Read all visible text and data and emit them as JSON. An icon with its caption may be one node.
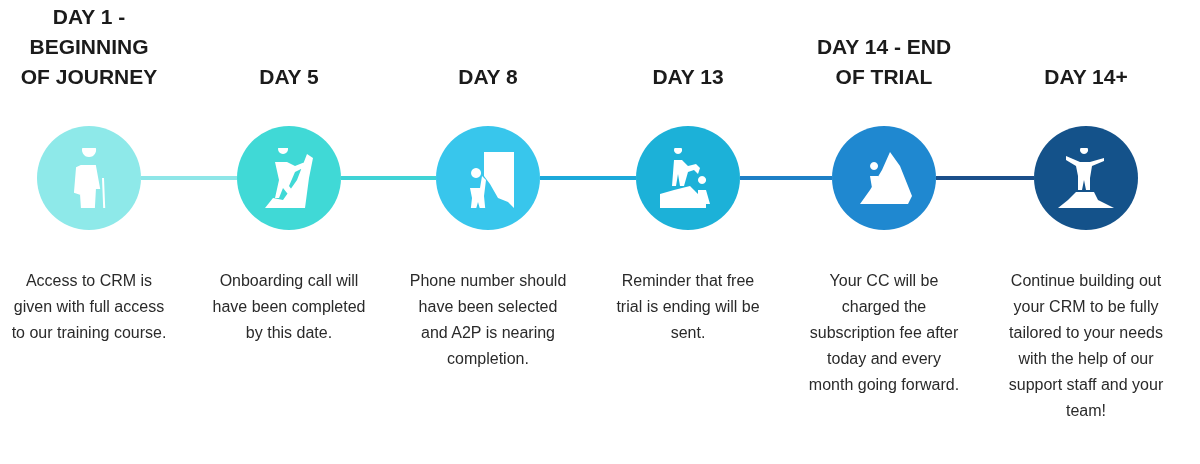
{
  "diagram": {
    "nodes": [
      {
        "text": [
          "DAY 1 - BEGINNING OF JOURNEY",
          "Access to CRM is given with full access to our training course."
        ]
      },
      {
        "text": [
          "DAY 5",
          "Onboarding call will have been completed by this date."
        ]
      },
      {
        "text": [
          "DAY 8",
          "Phone number should have been selected and A2P is nearing completion."
        ]
      },
      {
        "text": [
          "DAY 13",
          "Reminder that free trial is ending will be sent."
        ]
      },
      {
        "text": [
          "DAY 14 - END OF TRIAL",
          "Your CC will be charged the subscription fee after today and every month going forward."
        ]
      },
      {
        "text": [
          "DAY 14+",
          "Continue building out your CRM to be fully tailored to your needs with the help of our support staff and your team!"
        ]
      }
    ],
    "edges": [
      {
        "from": 0,
        "to": 1,
        "arrow": "none",
        "color": "#8ee6e8"
      },
      {
        "from": 1,
        "to": 2,
        "arrow": "none",
        "color": "#3fd3d6"
      },
      {
        "from": 2,
        "to": 3,
        "arrow": "none",
        "color": "#1ca9da"
      },
      {
        "from": 3,
        "to": 4,
        "arrow": "none",
        "color": "#1d7fc6"
      },
      {
        "from": 4,
        "to": 5,
        "arrow": "none",
        "color": "#1a4f8a"
      }
    ]
  }
}
